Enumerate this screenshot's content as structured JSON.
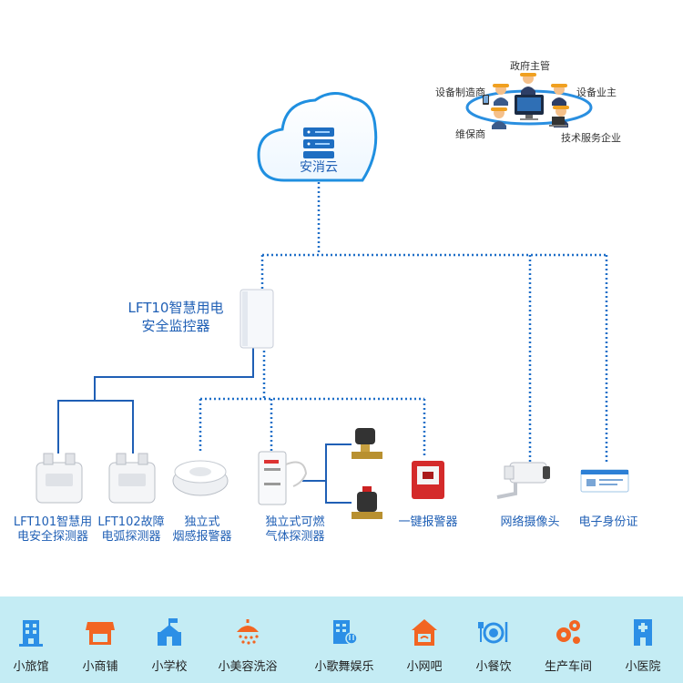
{
  "cloud": {
    "label": "安消云",
    "color": "#1f8fe0"
  },
  "stakeholders": {
    "top": "政府主管",
    "left_top": "设备制造商",
    "right_top": "设备业主",
    "left_bottom": "维保商",
    "right_bottom": "技术服务企业"
  },
  "controller": {
    "line1": "LFT10智慧用电",
    "line2": "安全监控器"
  },
  "devices": [
    {
      "line1": "LFT101智慧用",
      "line2": "电安全探测器"
    },
    {
      "line1": "LFT102故障",
      "line2": "电弧探测器"
    },
    {
      "line1": "独立式",
      "line2": "烟感报警器"
    },
    {
      "line1": "独立式可燃",
      "line2": "气体探测器"
    },
    {
      "line1": "一键报警器",
      "line2": ""
    },
    {
      "line1": "网络摄像头",
      "line2": ""
    },
    {
      "line1": "电子身份证",
      "line2": ""
    }
  ],
  "venues": [
    "小旅馆",
    "小商铺",
    "小学校",
    "小美容洗浴",
    "小歌舞娱乐",
    "小网吧",
    "小餐饮",
    "生产车间",
    "小医院"
  ],
  "colors": {
    "accent": "#1f5fb5",
    "dotted_line": "#1f6fc8",
    "icon_blue": "#2c8fe6",
    "icon_orange": "#f26522",
    "bottom_bar": "#c4ecf4"
  }
}
